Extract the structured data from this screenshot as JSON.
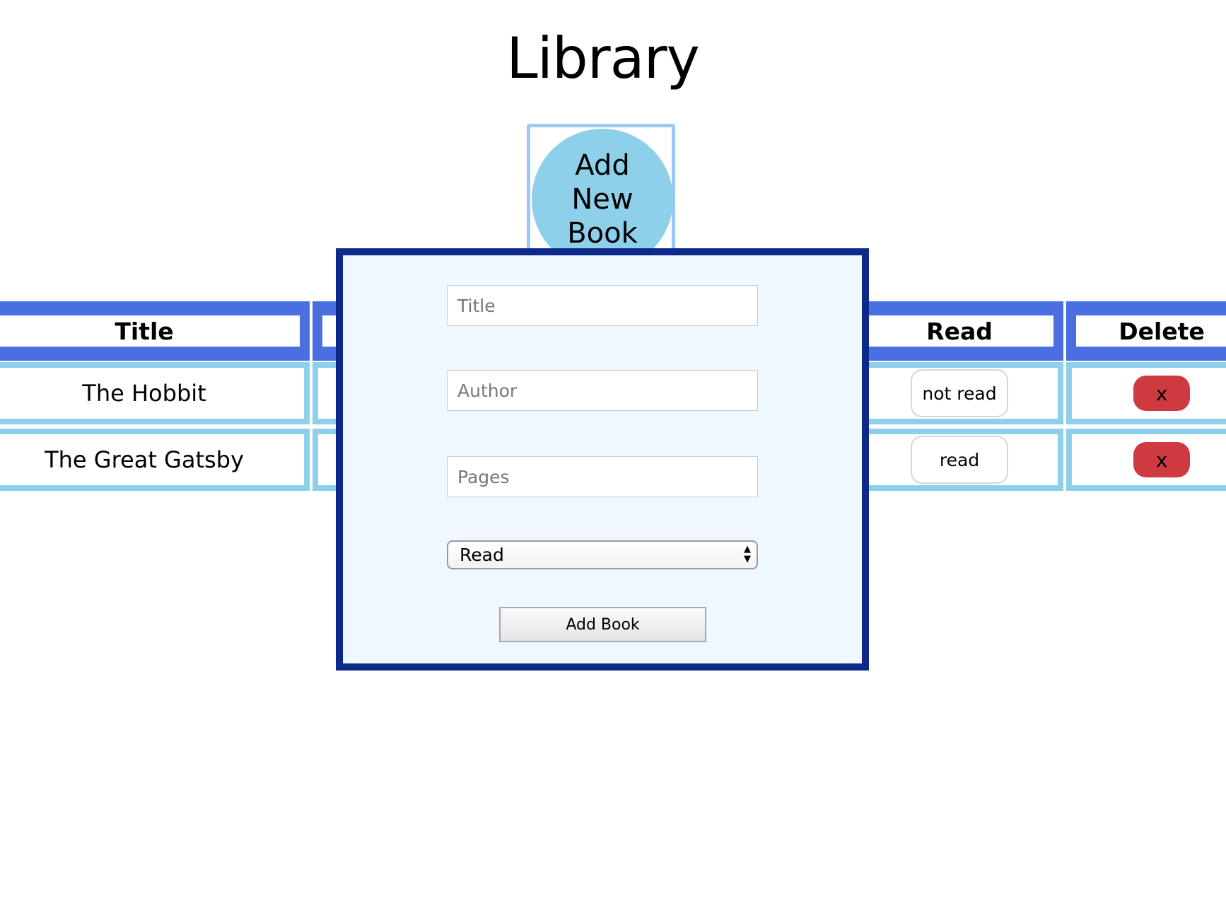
{
  "page": {
    "title": "Library"
  },
  "add_new_book_button": {
    "label": "Add New Book"
  },
  "table": {
    "headers": {
      "title": "Title",
      "read": "Read",
      "delete": "Delete"
    },
    "rows": [
      {
        "title": "The Hobbit",
        "read_status": "not read",
        "delete_label": "x"
      },
      {
        "title": "The Great Gatsby",
        "read_status": "read",
        "delete_label": "x"
      }
    ]
  },
  "form": {
    "title_placeholder": "Title",
    "author_placeholder": "Author",
    "pages_placeholder": "Pages",
    "read_select_value": "Read",
    "submit_label": "Add Book"
  },
  "colors": {
    "header_border": "#4a6fe0",
    "row_border": "#8ecfea",
    "modal_border": "#0d2a8a",
    "modal_background": "#eff7ff",
    "delete_button": "#cf3940",
    "add_button_circle": "#8ecfea"
  },
  "icons": {
    "select_arrows": "up-down-arrows-icon"
  }
}
